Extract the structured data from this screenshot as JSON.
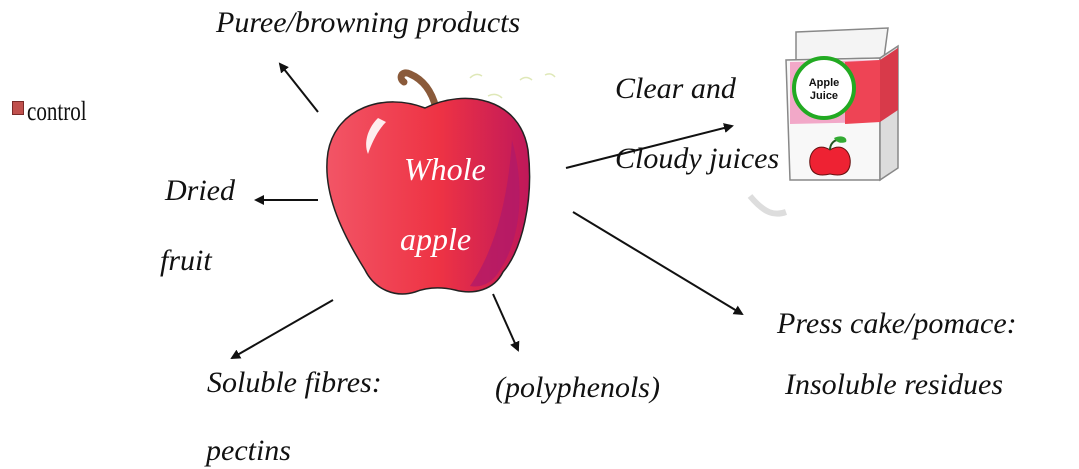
{
  "legend": {
    "label": "control",
    "swatch_color": "#c0504d"
  },
  "center": {
    "line1": "Whole",
    "line2": "apple"
  },
  "products": {
    "puree": "Puree/browning products",
    "juice_line1": "Clear and",
    "juice_line2": "Cloudy juices",
    "dried_line1": "Dried",
    "dried_line2": "fruit",
    "press_line1": "Press cake/pomace:",
    "press_line2": "Insoluble residues",
    "soluble_line1": "Soluble fibres:",
    "soluble_line2": "pectins",
    "polyphenols": "(polyphenols)"
  },
  "carton": {
    "line1": "Apple",
    "line2": "Juice"
  },
  "colors": {
    "apple": "#ee3344",
    "apple_dark": "#b0186a",
    "carton_pink": "#f2a8c8",
    "carton_red": "#ee4455"
  }
}
